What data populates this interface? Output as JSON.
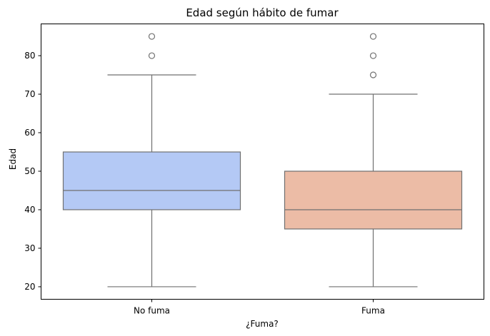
{
  "chart_data": {
    "type": "box",
    "title": "Edad según hábito de fumar",
    "xlabel": "¿Fuma?",
    "ylabel": "Edad",
    "ylim": [
      16.75,
      88.25
    ],
    "yticks": [
      20,
      30,
      40,
      50,
      60,
      70,
      80
    ],
    "grid": false,
    "categories": [
      "No fuma",
      "Fuma"
    ],
    "boxes": [
      {
        "category": "No fuma",
        "color": "#b4c9f5",
        "whisker_low": 20,
        "q1": 40,
        "median": 45,
        "q3": 55,
        "whisker_high": 75,
        "outliers": [
          80,
          85
        ]
      },
      {
        "category": "Fuma",
        "color": "#ecbca6",
        "whisker_low": 20,
        "q1": 35,
        "median": 40,
        "q3": 50,
        "whisker_high": 70,
        "outliers": [
          75,
          80,
          85
        ]
      }
    ],
    "line_color": "#707070"
  }
}
